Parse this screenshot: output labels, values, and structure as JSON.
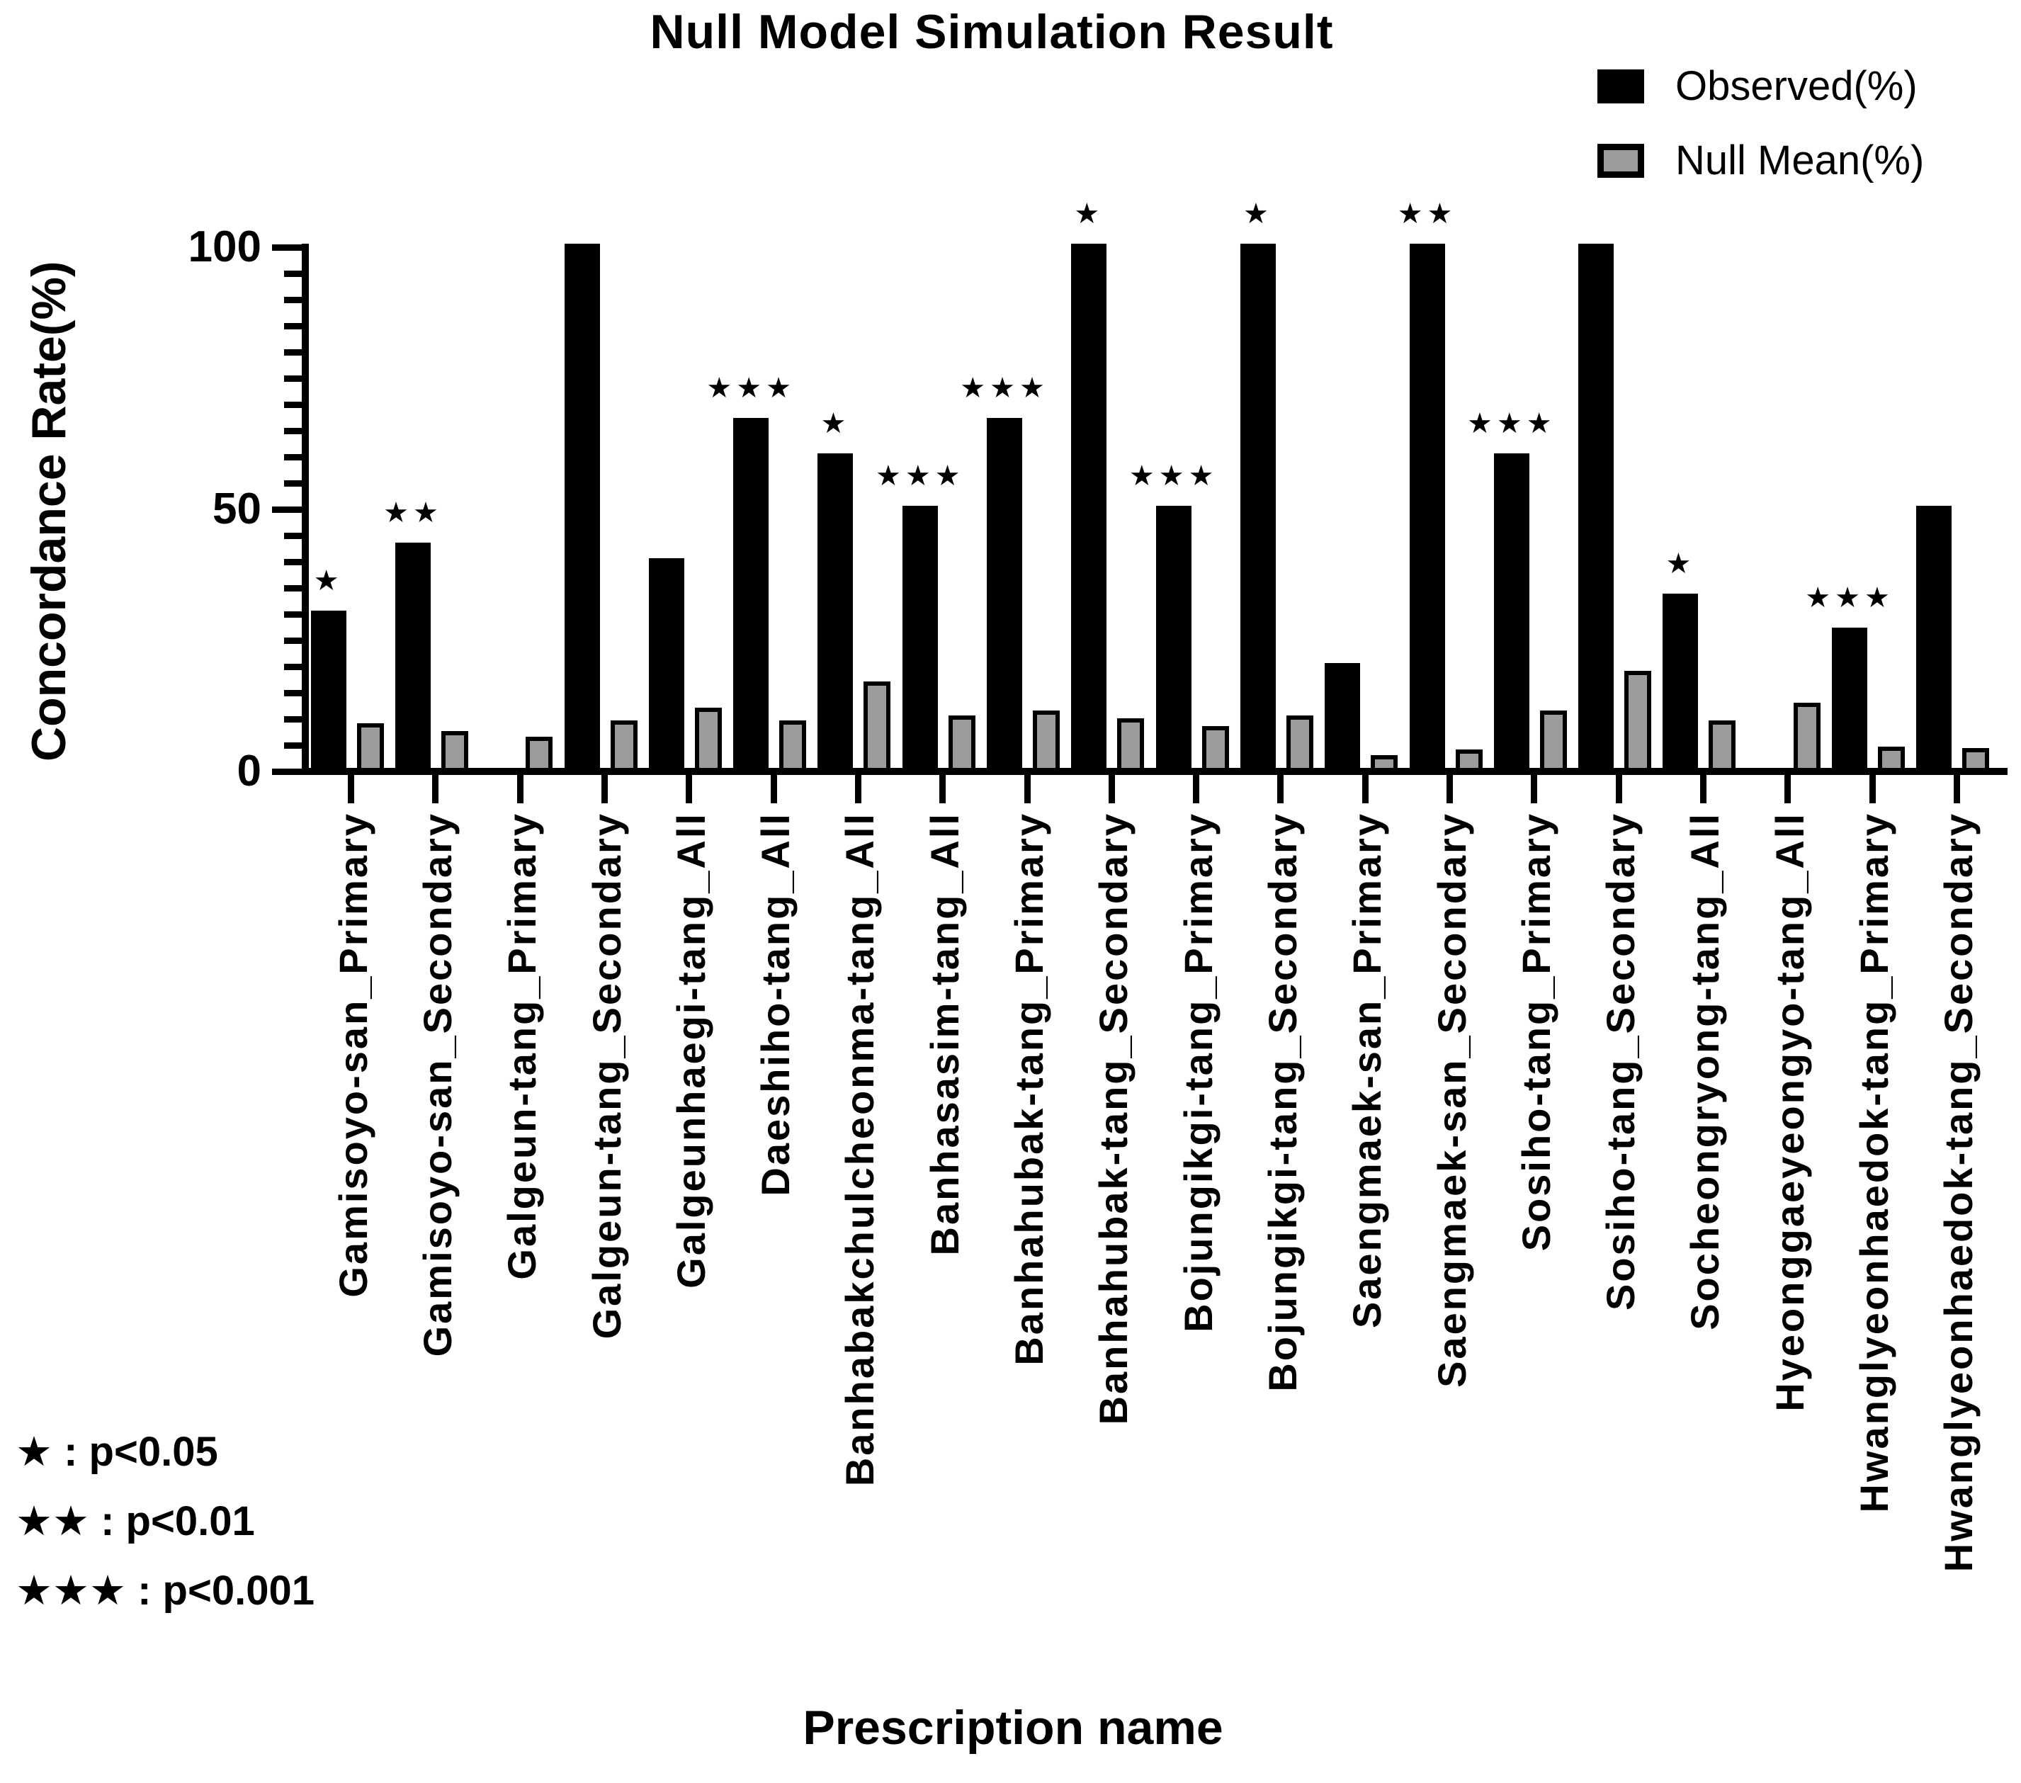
{
  "title": "Null Model Simulation Result",
  "legend": {
    "observed_label": "Observed(%)",
    "null_mean_label": "Null Mean(%)"
  },
  "colors": {
    "observed": "#000000",
    "null_mean": "#9c9c9c"
  },
  "footnotes": [
    "* : p<0.05",
    "** : p<0.01",
    "*** : p<0.001"
  ],
  "chart_data": {
    "type": "bar",
    "title": "Null Model Simulation Result",
    "xlabel": "Prescription name",
    "ylabel": "Concordance Rate(%)",
    "ylim": [
      0,
      100
    ],
    "y_major_ticks": [
      0,
      50,
      100
    ],
    "y_minor_step": 5,
    "grid": false,
    "legend_position": "top-right",
    "categories": [
      "Gamisoyo-san_Primary",
      "Gamisoyo-san_Secondary",
      "Galgeun-tang_Primary",
      "Galgeun-tang_Secondary",
      "Galgeunhaegi-tang_All",
      "Daeshiho-tang_All",
      "Banhabakchulcheonma-tang_All",
      "Banhasasim-tang_All",
      "Banhahubak-tang_Primary",
      "Banhahubak-tang_Secondary",
      "Bojungikgi-tang_Primary",
      "Bojungikgi-tang_Secondary",
      "Saengmaek-san_Primary",
      "Saengmaek-san_Secondary",
      "Sosiho-tang_Primary",
      "Sosiho-tang_Secondary",
      "Socheongryong-tang_All",
      "Hyeonggaeyeongyo-tang_All",
      "Hwanglyeonhaedok-tang_Primary",
      "Hwanglyeonhaedok-tang_Secondary"
    ],
    "series": [
      {
        "name": "Observed(%)",
        "values": [
          30,
          43,
          0,
          100,
          40,
          66.7,
          60,
          50,
          66.7,
          100,
          50,
          100,
          20,
          100,
          60,
          100,
          33.3,
          0,
          26.7,
          50
        ]
      },
      {
        "name": "Null Mean(%)",
        "values": [
          8.5,
          7,
          6,
          9,
          11.5,
          9,
          16.5,
          10,
          11,
          9.5,
          8,
          10,
          2.5,
          3.5,
          11,
          18.5,
          9,
          12.5,
          4,
          3.8
        ]
      }
    ],
    "significance": [
      "*",
      "**",
      "",
      "",
      "",
      "***",
      "*",
      "***",
      "***",
      "*",
      "***",
      "*",
      "",
      "**",
      "***",
      "",
      "*",
      "",
      "***",
      ""
    ]
  }
}
